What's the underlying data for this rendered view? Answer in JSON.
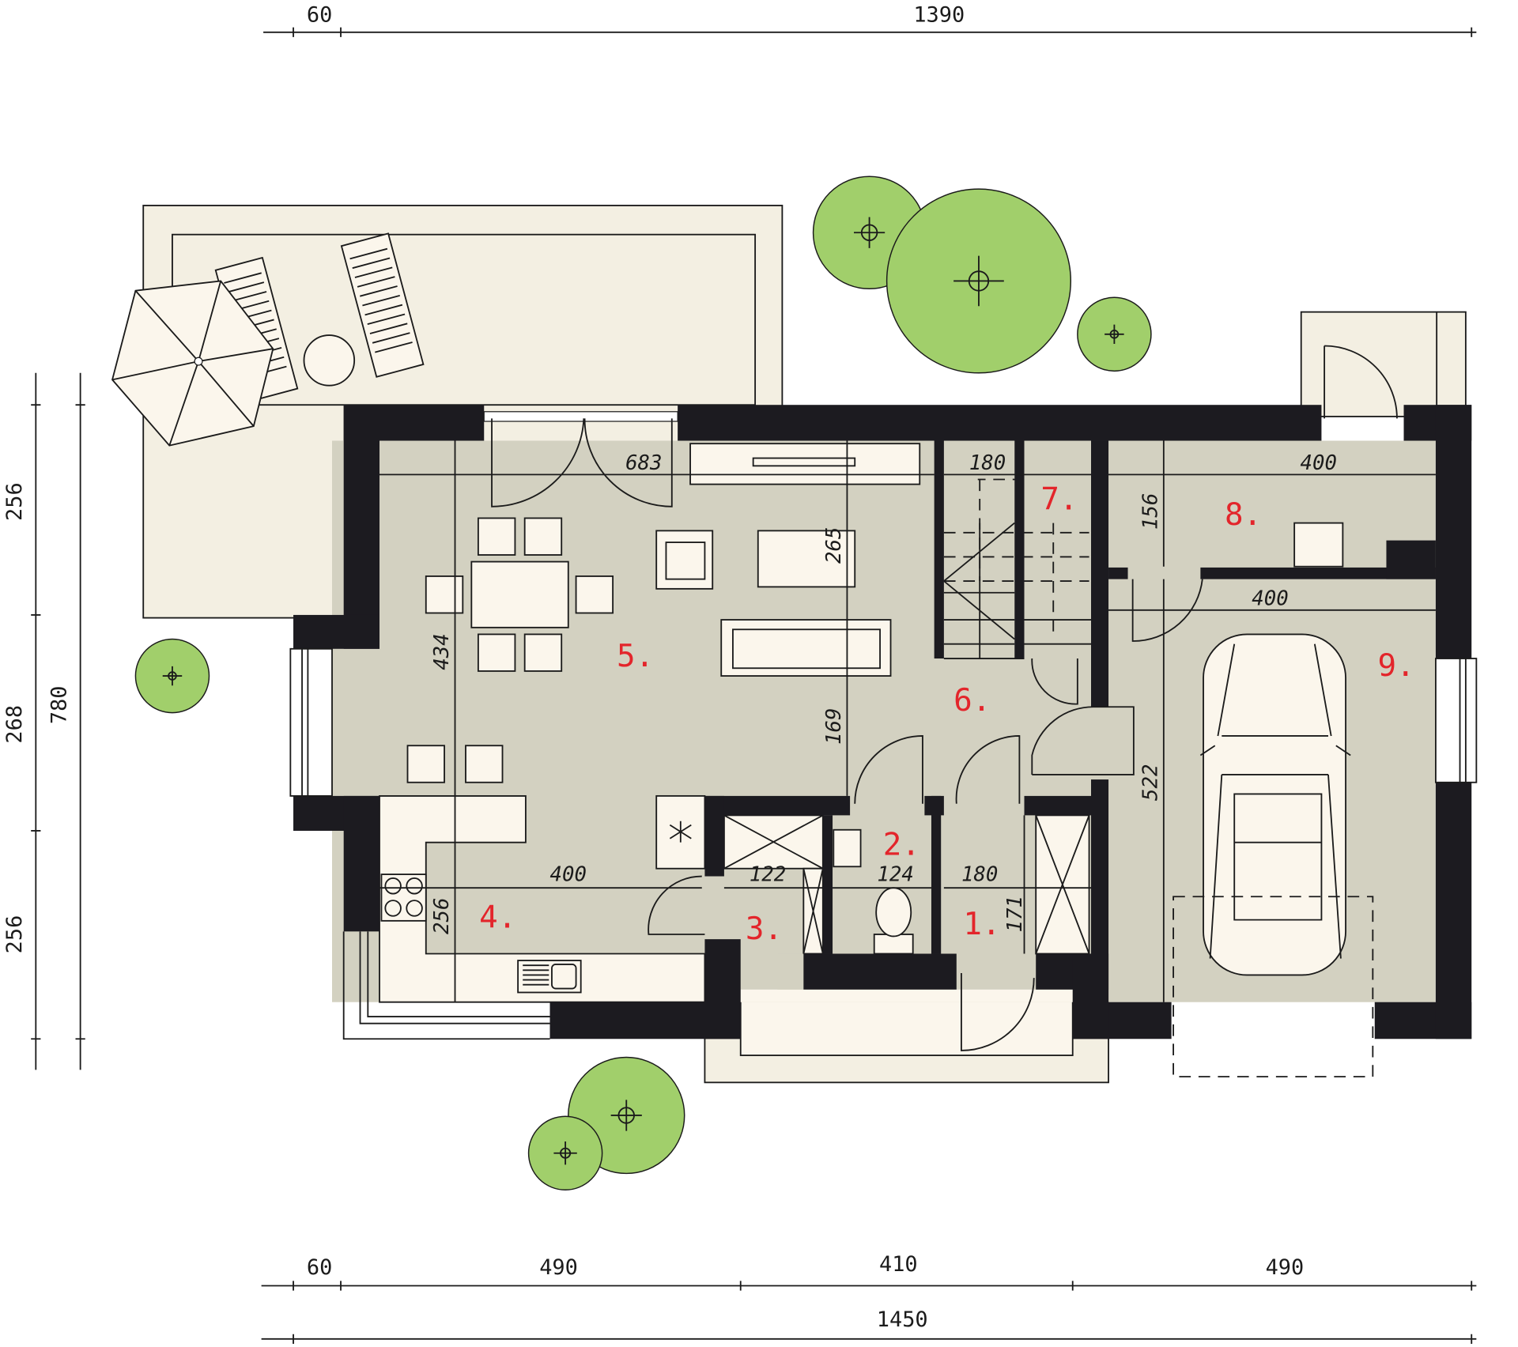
{
  "overall_dims": {
    "top": [
      "60",
      "1390"
    ],
    "bottom": [
      "60",
      "490",
      "410",
      "490"
    ],
    "bottom_total": "1450",
    "left": [
      "256",
      "268",
      "256"
    ],
    "left_total": "780"
  },
  "interior_dims": {
    "living_width": "683",
    "stair_width": "180",
    "room8_width": "400",
    "garage_width": "400",
    "room8_depth": "156",
    "living_depth_upper": "265",
    "living_depth_lower": "169",
    "dining_depth": "434",
    "kitchen_width": "400",
    "kitchen_depth": "256",
    "room3_width": "122",
    "wc_width": "124",
    "hall_width": "180",
    "hall_depth": "171",
    "garage_depth": "522"
  },
  "rooms": [
    "1.",
    "2.",
    "3.",
    "4.",
    "5.",
    "6.",
    "7.",
    "8.",
    "9."
  ],
  "colors": {
    "floor": "#d3d1c1",
    "wall": "#1c1b20",
    "furniture": "#fbf6ec",
    "tree": "#a1cf6b",
    "room_label": "#e3252b",
    "terrace": "#f3efe2"
  }
}
